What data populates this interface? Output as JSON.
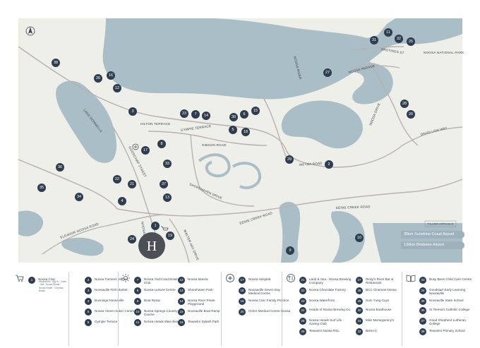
{
  "map": {
    "streets": [
      "HILTON TERRACE",
      "GYMPIE TERRACE",
      "GIBSON ROAD",
      "WEYBA ROAD",
      "NOOSA PARADE",
      "HASTINGS ST",
      "NOOSA DRIVE",
      "DAVID LOW WAY",
      "EENIE CREEK ROAD",
      "ELEANOR NOOSA ROAD",
      "SHOREHAVEN DRIVE",
      "GOODCHAP STREET",
      "WALTER HAY DRIVE",
      "NOOSAVILLE DRIVE",
      "LAKE DONNELLA",
      "NOOSA RIVER",
      "NOOSA NATIONAL PARK"
    ],
    "hotel_label": "H",
    "tollway_label": "TOLLWAY APPROACH",
    "airport_sunshine": "30km Sunshine Coast Airport",
    "airport_brisbane": "130km Brisbane Airport",
    "markers": [
      "1",
      "2",
      "3",
      "4",
      "5",
      "6",
      "7",
      "8",
      "9",
      "10",
      "11",
      "12",
      "13",
      "14",
      "15",
      "16",
      "17",
      "18",
      "19",
      "20",
      "21",
      "22",
      "23",
      "24",
      "25",
      "26",
      "27",
      "28",
      "29",
      "30",
      "31",
      "32",
      "33",
      "34",
      "35",
      "36",
      "37",
      "38"
    ]
  },
  "legend": {
    "col1": {
      "items": [
        {
          "num": "1",
          "text": "Noosa Civic"
        }
      ],
      "sub": "Woolworths · Big W · Coles · Aldi · Noosa Dental · Noosa Health · Cinemas · Banks"
    },
    "col2": {
      "items": [
        {
          "num": "2",
          "text": "Noosa Farmers Market"
        },
        {
          "num": "3",
          "text": "Noosaville Fish Market"
        },
        {
          "num": "4",
          "text": "Bunnings Noosaville"
        },
        {
          "num": "5",
          "text": "Noosa Home-maker Centre"
        },
        {
          "num": "6",
          "text": "Gympie Terrace"
        }
      ]
    },
    "col3": {
      "items": [
        {
          "num": "7",
          "text": "Noosa Yacht and Rowing Club"
        },
        {
          "num": "8",
          "text": "Noosa Leisure Centre"
        },
        {
          "num": "9",
          "text": "Boat Ramp"
        },
        {
          "num": "10",
          "text": "Noosa Springs Country Course"
        },
        {
          "num": "11",
          "text": "Noosa Heads Main Beach"
        }
      ]
    },
    "col4": {
      "items": [
        {
          "num": "12",
          "text": "Noosa Marina"
        },
        {
          "num": "13",
          "text": "Shorehaven Park"
        },
        {
          "num": "14",
          "text": "Noosa River Pirate Playground"
        },
        {
          "num": "15",
          "text": "Noosaville Boat Ramp"
        },
        {
          "num": "16",
          "text": "Tewantin Splash Park"
        }
      ]
    },
    "col5": {
      "items": [
        {
          "num": "17",
          "text": "Noosa Hospital"
        },
        {
          "num": "18",
          "text": "Noosaville Seven Day Medical Centre"
        },
        {
          "num": "19",
          "text": "Noosa Civic Family Practice"
        },
        {
          "num": "20",
          "text": "Ochre Medical Centre Noosa"
        }
      ]
    },
    "col6": {
      "items": [
        {
          "num": "21",
          "text": "Land & Sea - Noosa Brewing Company"
        },
        {
          "num": "22",
          "text": "Noosa Chocolate Factory"
        },
        {
          "num": "23",
          "text": "Noosa Waterfront"
        },
        {
          "num": "24",
          "text": "Heads of Noosa Brewing Co."
        },
        {
          "num": "25",
          "text": "Noosa Heads Surf Life Saving Club"
        },
        {
          "num": "26",
          "text": "Tewantin Noosa RSL"
        }
      ]
    },
    "col7": {
      "items": [
        {
          "num": "27",
          "text": "Ricky's River Bar & Restaurant"
        },
        {
          "num": "28",
          "text": "BCC Cinemas Noosa"
        },
        {
          "num": "29",
          "text": "Sum Yung Guys"
        },
        {
          "num": "30",
          "text": "Noosa Boathouse"
        },
        {
          "num": "31",
          "text": "Miss Moneypenny's"
        },
        {
          "num": "32",
          "text": "Bistro C"
        }
      ]
    },
    "col8": {
      "items": [
        {
          "num": "33",
          "text": "Busy Bees Child Care Centre"
        },
        {
          "num": "34",
          "text": "Goodstart Early Learning Noosaville"
        },
        {
          "num": "35",
          "text": "Noosaville State School"
        },
        {
          "num": "36",
          "text": "St Teresa's Catholic College"
        },
        {
          "num": "37",
          "text": "Good Shepherd Lutheran College"
        },
        {
          "num": "38",
          "text": "Tewantin Primary School"
        }
      ]
    }
  }
}
